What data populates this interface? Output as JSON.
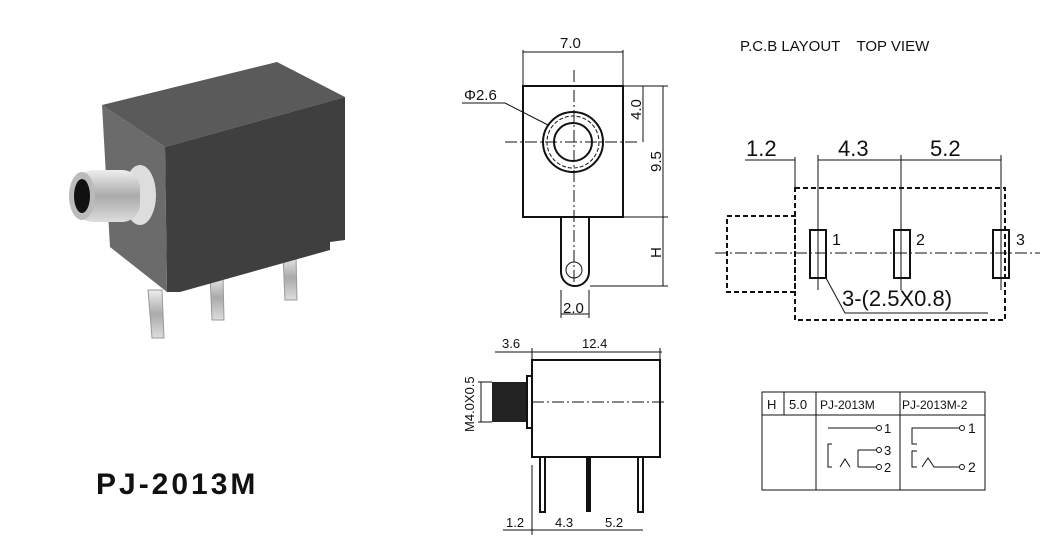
{
  "product": {
    "model": "PJ-2013M",
    "body_color": "#4a4a4a",
    "metal_color": "#c8c8c8"
  },
  "front_view": {
    "width_dim": "7.0",
    "hole_dim": "Φ2.6",
    "center_dim": "4.0",
    "height_dim": "9.5",
    "pin_dim": "H",
    "pin_width_dim": "2.0"
  },
  "pcb_layout": {
    "title": "P.C.B LAYOUT    TOP VIEW",
    "dims": [
      "1.2",
      "4.3",
      "5.2"
    ],
    "pads": [
      "1",
      "2",
      "3"
    ],
    "pad_note": "3-(2.5X0.8)"
  },
  "side_view": {
    "thread_len": "3.6",
    "body_len": "12.4",
    "thread_spec": "M4.0X0.5",
    "pin_dims": [
      "1.2",
      "4.3",
      "5.2"
    ]
  },
  "spec_table": {
    "h_label": "H",
    "h_value": "5.0",
    "columns": [
      "PJ-2013M",
      "PJ-2013M-2"
    ],
    "schematic_a_pins": [
      "1",
      "3",
      "2"
    ],
    "schematic_b_pins": [
      "1",
      "2"
    ]
  }
}
